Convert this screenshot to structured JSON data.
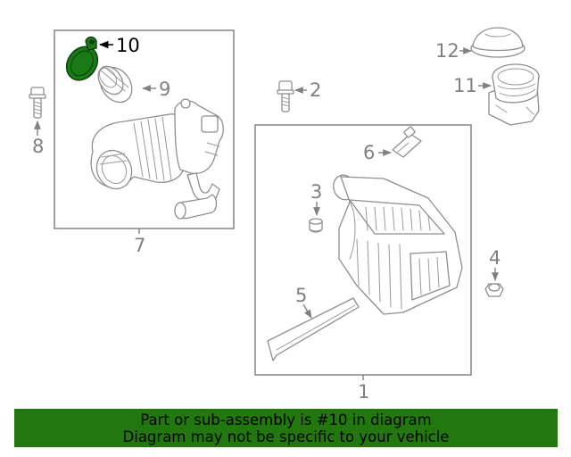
{
  "callouts": {
    "n1": "1",
    "n2": "2",
    "n3": "3",
    "n4": "4",
    "n5": "5",
    "n6": "6",
    "n7": "7",
    "n8": "8",
    "n9": "9",
    "n10": "10",
    "n11": "11",
    "n12": "12"
  },
  "highlighted_part": "10",
  "colors": {
    "highlight": "#1a7a16",
    "banner": "#22780f",
    "line": "#8e8e8e"
  },
  "banner": {
    "line1": "Part or sub-assembly is #10 in diagram",
    "line2": "Diagram may not be specific to your vehicle"
  }
}
